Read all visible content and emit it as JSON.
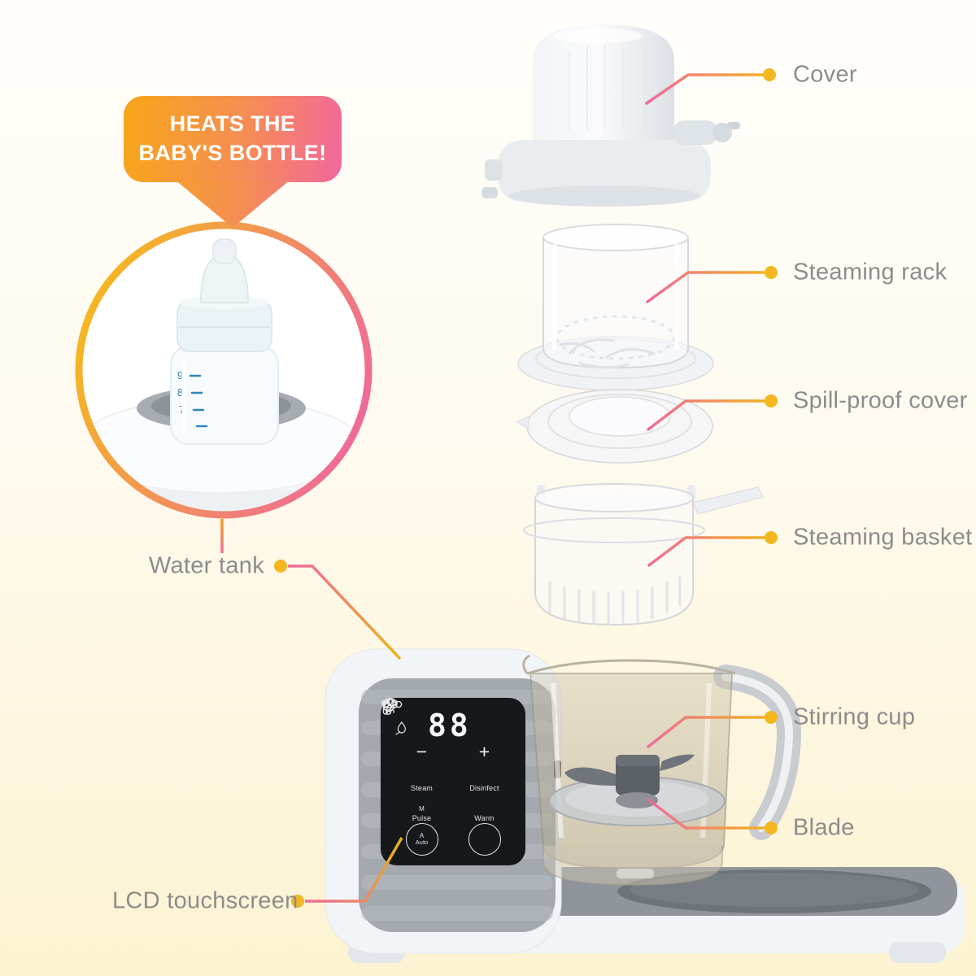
{
  "badge": {
    "line1": "HEATS THE",
    "line2": "BABY'S BOTTLE!"
  },
  "callouts": {
    "cover": {
      "label": "Cover"
    },
    "steaming_rack": {
      "label": "Steaming rack"
    },
    "spill_proof_cover": {
      "label": "Spill-proof cover"
    },
    "steaming_basket": {
      "label": "Steaming basket"
    },
    "stirring_cup": {
      "label": "Stirring cup"
    },
    "blade": {
      "label": "Blade"
    },
    "water_tank": {
      "label": "Water tank"
    },
    "lcd_touchscreen": {
      "label": "LCD touchscreen"
    }
  },
  "control_panel": {
    "display_value": "88",
    "minus_label": "−",
    "plus_label": "+",
    "steam_label": "Steam",
    "disinfect_label": "Disinfect",
    "pulse_mode_label": "M",
    "pulse_label": "Pulse",
    "warm_label": "Warm",
    "auto_mode_label": "A",
    "auto_label": "Auto"
  },
  "colors": {
    "accent_yellow": "#F3B21F",
    "accent_pink": "#EE6A9C",
    "label_text": "#8C8C8C",
    "panel_background": "#17181B",
    "background_top": "#FFFEFB",
    "background_bottom": "#FCF3D1"
  }
}
